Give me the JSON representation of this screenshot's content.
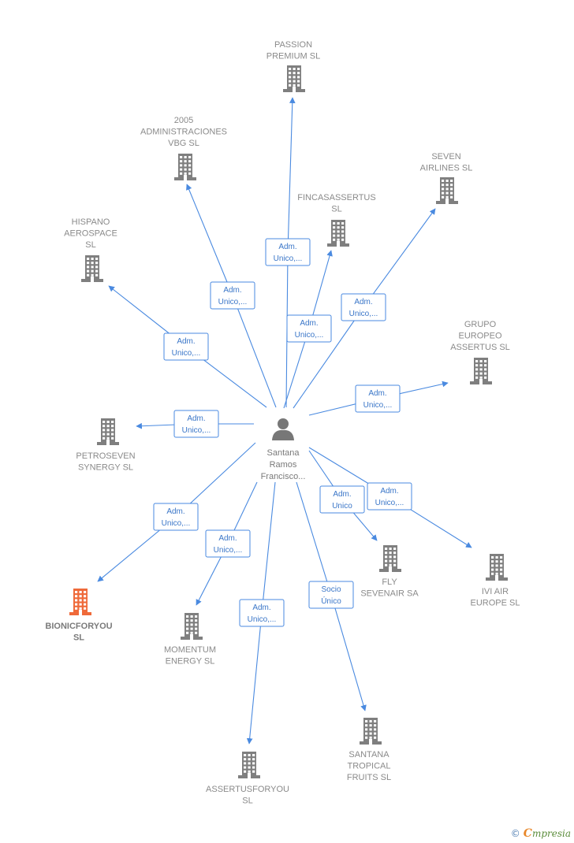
{
  "colors": {
    "edge": "#4a8ae0",
    "building": "#7f7f7f",
    "highlight": "#ef6a3a",
    "person": "#777777"
  },
  "center": {
    "icon": "person-icon",
    "lines": [
      "Santana",
      "Ramos",
      "Francisco..."
    ]
  },
  "nodes": [
    {
      "id": "passion",
      "lines": [
        "PASSION",
        "PREMIUM  SL"
      ]
    },
    {
      "id": "admin2005",
      "lines": [
        "2005",
        "ADMINISTRACIONES",
        "VBG SL"
      ]
    },
    {
      "id": "fincas",
      "lines": [
        "FINCASASSERTUS",
        "SL"
      ]
    },
    {
      "id": "seven",
      "lines": [
        "SEVEN",
        "AIRLINES  SL"
      ]
    },
    {
      "id": "hispano",
      "lines": [
        "HISPANO",
        "AEROSPACE",
        "SL"
      ]
    },
    {
      "id": "grupo",
      "lines": [
        "GRUPO",
        "EUROPEO",
        "ASSERTUS  SL"
      ]
    },
    {
      "id": "petroseven",
      "lines": [
        "PETROSEVEN",
        "SYNERGY  SL"
      ]
    },
    {
      "id": "bionic",
      "lines": [
        "BIONICFORYOU",
        "SL"
      ],
      "highlight": true
    },
    {
      "id": "momentum",
      "lines": [
        "MOMENTUM",
        "ENERGY  SL"
      ]
    },
    {
      "id": "fly",
      "lines": [
        "FLY",
        "SEVENAIR SA"
      ]
    },
    {
      "id": "iviair",
      "lines": [
        "IVI AIR",
        "EUROPE  SL"
      ]
    },
    {
      "id": "assertusforyou",
      "lines": [
        "ASSERTUSFORYOU",
        "SL"
      ]
    },
    {
      "id": "tropical",
      "lines": [
        "SANTANA",
        "TROPICAL",
        "FRUITS  SL"
      ]
    }
  ],
  "edges": [
    {
      "to": "passion",
      "label": [
        "Adm.",
        "Unico,..."
      ]
    },
    {
      "to": "admin2005",
      "label": [
        "Adm.",
        "Unico,..."
      ]
    },
    {
      "to": "fincas",
      "label": [
        "Adm.",
        "Unico,..."
      ]
    },
    {
      "to": "seven",
      "label": [
        "Adm.",
        "Unico,..."
      ]
    },
    {
      "to": "hispano",
      "label": [
        "Adm.",
        "Unico,..."
      ]
    },
    {
      "to": "grupo",
      "label": [
        "Adm.",
        "Unico,..."
      ]
    },
    {
      "to": "petroseven",
      "label": [
        "Adm.",
        "Unico,..."
      ]
    },
    {
      "to": "bionic",
      "label": [
        "Adm.",
        "Unico,..."
      ]
    },
    {
      "to": "momentum",
      "label": [
        "Adm.",
        "Unico,..."
      ]
    },
    {
      "to": "fly",
      "label": [
        "Adm.",
        "Unico"
      ]
    },
    {
      "to": "iviair",
      "label": [
        "Adm.",
        "Unico,..."
      ]
    },
    {
      "to": "assertusforyou",
      "label": [
        "Adm.",
        "Unico,..."
      ]
    },
    {
      "to": "tropical",
      "label": [
        "Socio",
        "Único"
      ]
    }
  ],
  "brand": {
    "copyright": "©",
    "initial": "C",
    "rest": "mpresia"
  }
}
